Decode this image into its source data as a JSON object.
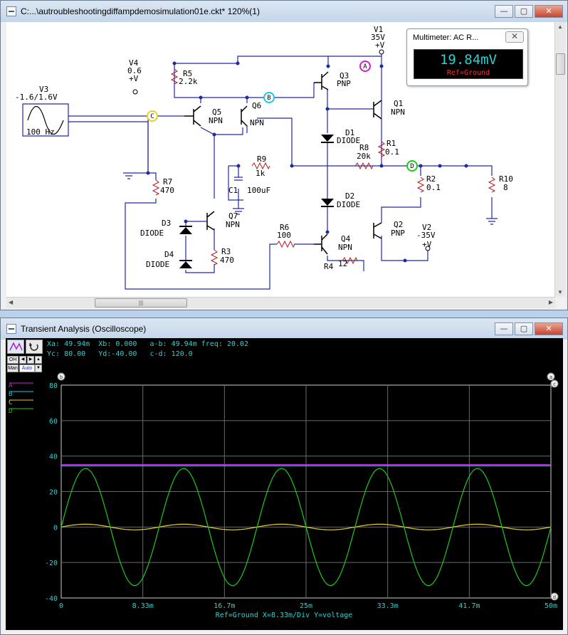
{
  "schematic_window": {
    "title": "C:...\\autroubleshootingdiffampdemosimulation01e.ckt* 120%(1)",
    "buttons": {
      "minimize": "—",
      "maximize": "▢",
      "close": "✕"
    },
    "hscroll_grip": "|||"
  },
  "multimeter": {
    "title": "Multimeter: AC R...",
    "close": "✕",
    "value": "19.84mV",
    "ref": "Ref=Ground"
  },
  "components": {
    "v1": {
      "name": "V1",
      "value": "35V",
      "unit": "+V"
    },
    "v2": {
      "name": "V2",
      "value": "-35V",
      "unit": "+V"
    },
    "v3": {
      "name": "V3",
      "value": "-1.6/1.6V",
      "freq": "100 Hz"
    },
    "v4": {
      "name": "V4",
      "value": "0.6",
      "unit": "+V"
    },
    "r1": {
      "name": "R1",
      "value": "0.1"
    },
    "r2": {
      "name": "R2",
      "value": "0.1"
    },
    "r3": {
      "name": "R3",
      "value": "470"
    },
    "r4": {
      "name": "R4",
      "value": "12"
    },
    "r5": {
      "name": "R5",
      "value": "2.2k"
    },
    "r6": {
      "name": "R6",
      "value": "100"
    },
    "r7": {
      "name": "R7",
      "value": "470"
    },
    "r8": {
      "name": "R8",
      "value": "20k"
    },
    "r9": {
      "name": "R9",
      "value": "1k"
    },
    "r10": {
      "name": "R10",
      "value": "8"
    },
    "c1": {
      "name": "C1",
      "value": "100uF"
    },
    "q1": {
      "name": "Q1",
      "type": "NPN"
    },
    "q2": {
      "name": "Q2",
      "type": "PNP"
    },
    "q3": {
      "name": "Q3",
      "type": "PNP"
    },
    "q4": {
      "name": "Q4",
      "type": "NPN"
    },
    "q5": {
      "name": "Q5",
      "type": "NPN"
    },
    "q6": {
      "name": "Q6",
      "type": "NPN"
    },
    "q7": {
      "name": "Q7",
      "type": "NPN"
    },
    "d1": {
      "name": "D1",
      "type": "DIODE"
    },
    "d2": {
      "name": "D2",
      "type": "DIODE"
    },
    "d3": {
      "name": "D3",
      "type": "DIODE"
    },
    "d4": {
      "name": "D4",
      "type": "DIODE"
    }
  },
  "probes": [
    {
      "label": "A",
      "color": "#d21ed2"
    },
    {
      "label": "B",
      "color": "#1ec8e6"
    },
    {
      "label": "C",
      "color": "#e6d21e"
    },
    {
      "label": "D",
      "color": "#1ec81e"
    }
  ],
  "scope_window": {
    "title": "Transient Analysis (Oscilloscope)",
    "buttons": {
      "minimize": "—",
      "maximize": "▢",
      "close": "✕"
    },
    "toolbar": {
      "oh": "OH",
      "man": "Man",
      "auto": "Auto"
    },
    "cursors": {
      "line1": "Xa: 49.94m  Xb: 0.000   a-b: 49.94m freq: 20.02",
      "line2": "Yc: 80.00   Yd:-40.00   c-d: 120.0"
    },
    "cursor_markers": {
      "a": "a",
      "b": "b",
      "c": "c",
      "d": "d"
    },
    "footer": "Ref=Ground  X=8.33m/Div Y=voltage"
  },
  "chart_data": {
    "type": "line",
    "title": "",
    "xlabel": "Ref=Ground  X=8.33m/Div Y=voltage",
    "ylabel": "",
    "xlim": [
      0,
      0.05
    ],
    "ylim": [
      -40,
      80
    ],
    "x_ticks": [
      "0",
      "8.33m",
      "16.7m",
      "25m",
      "33.3m",
      "41.7m",
      "50m"
    ],
    "y_ticks": [
      "80",
      "60",
      "40",
      "20",
      "0",
      "-20",
      "-40"
    ],
    "grid": true,
    "legend_position": "top-left",
    "series": [
      {
        "name": "A",
        "color": "#d21ed2",
        "shape": "constant",
        "value": 35.2
      },
      {
        "name": "B",
        "color": "#1ec8e6",
        "shape": "constant",
        "value": 34.6
      },
      {
        "name": "C",
        "color": "#e6d21e",
        "shape": "sine",
        "amplitude": 1.6,
        "frequency_hz": 100,
        "offset": 0
      },
      {
        "name": "D",
        "color": "#1ec81e",
        "shape": "sine",
        "amplitude": 33,
        "frequency_hz": 100,
        "offset": 0
      }
    ]
  }
}
